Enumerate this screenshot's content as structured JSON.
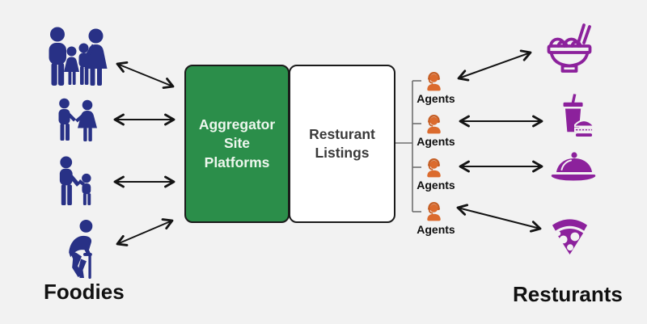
{
  "diagram": {
    "left": {
      "title": "Foodies",
      "icons": [
        {
          "name": "family-icon"
        },
        {
          "name": "couple-icon"
        },
        {
          "name": "parent-child-icon"
        },
        {
          "name": "elderly-person-icon"
        }
      ]
    },
    "center": {
      "aggregator_box": {
        "label": "Aggregator Site Platforms",
        "lines": [
          "Aggregator",
          "Site",
          "Platforms"
        ]
      },
      "listings_box": {
        "label": "Resturant Listings",
        "lines": [
          "Resturant",
          "Listings"
        ]
      }
    },
    "agents": {
      "items": [
        {
          "label": "Agents"
        },
        {
          "label": "Agents"
        },
        {
          "label": "Agents"
        },
        {
          "label": "Agents"
        }
      ]
    },
    "right": {
      "title": "Resturants",
      "icons": [
        {
          "name": "noodle-bowl-icon"
        },
        {
          "name": "drink-burger-icon"
        },
        {
          "name": "cloche-icon"
        },
        {
          "name": "pizza-slice-icon"
        }
      ]
    },
    "colors": {
      "background": "#f2f2f2",
      "people_blue": "#283186",
      "agent_orange": "#db6b2e",
      "food_purple": "#8c219c",
      "box_green": "#2b8e4a",
      "box_border": "#1b1b1b",
      "arrow_black": "#141414",
      "connector_gray": "#6f6f6f"
    }
  }
}
